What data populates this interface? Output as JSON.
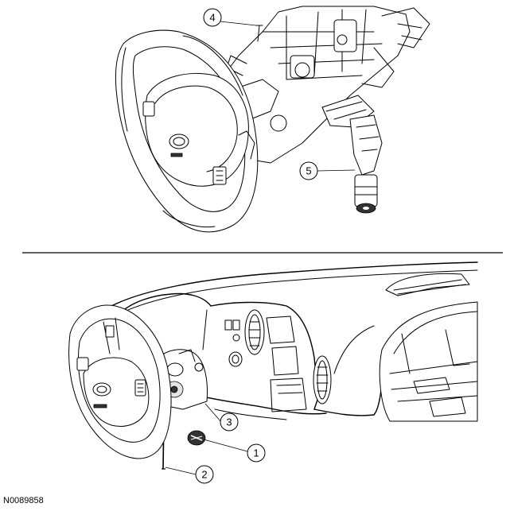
{
  "callouts": {
    "c1": "1",
    "c2": "2",
    "c3": "3",
    "c4": "4",
    "c5": "5"
  },
  "figure_code": "N0089858"
}
